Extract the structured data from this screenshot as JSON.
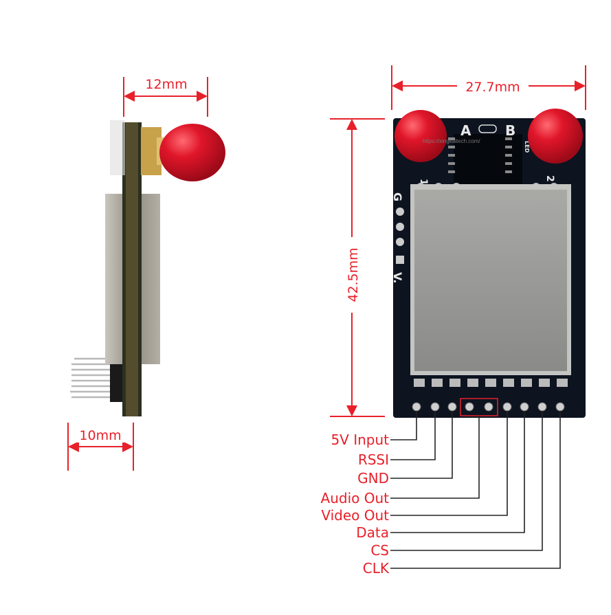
{
  "dimensions": {
    "side_height_top": "12mm",
    "side_width_bottom": "10mm",
    "board_width": "27.7mm",
    "board_height": "42.5mm"
  },
  "board_silkscreen": {
    "antenna_a": "A",
    "antenna_b": "B",
    "pad_g": "G",
    "pad_v": "V.",
    "ant1": "1",
    "ant2": "2",
    "led": "LED"
  },
  "watermark": "https://xingkaitech.com/",
  "pin_labels": [
    "5V Input",
    "RSSI",
    "GND",
    "Audio Out",
    "Video Out",
    "Data",
    "CS",
    "CLK"
  ],
  "colors": {
    "annotation": "#e8202a",
    "pcb": "#0d1420",
    "antenna_cap": "#d8192b",
    "shield": "#9a9a98"
  }
}
